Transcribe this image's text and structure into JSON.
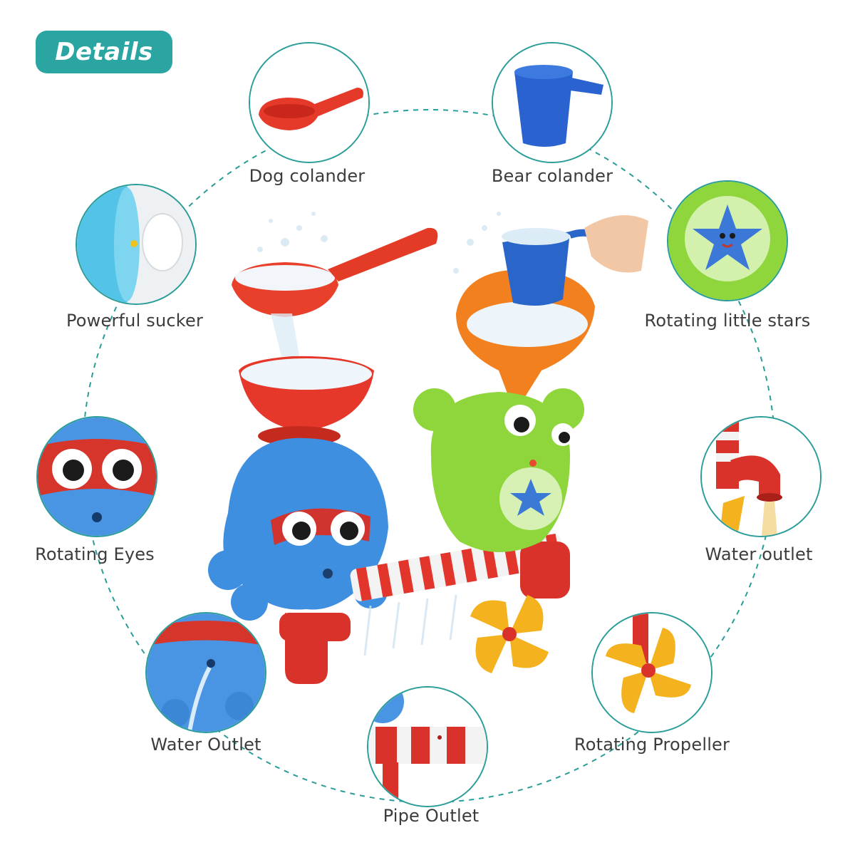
{
  "badge": {
    "text": "Details",
    "color": "#2aa5a1"
  },
  "accent_color": "#2a9d98",
  "features": [
    {
      "id": "dog-colander",
      "label": "Dog colander",
      "icon": "red-ladle-icon"
    },
    {
      "id": "bear-colander",
      "label": "Bear colander",
      "icon": "blue-cup-icon"
    },
    {
      "id": "powerful-sucker",
      "label": "Powerful sucker",
      "icon": "suction-cup-icon"
    },
    {
      "id": "rotating-little-stars",
      "label": "Rotating little stars",
      "icon": "starfish-icon"
    },
    {
      "id": "rotating-eyes",
      "label": "Rotating Eyes",
      "icon": "cartoon-eyes-icon"
    },
    {
      "id": "water-outlet-right",
      "label": "Water outlet",
      "icon": "pipe-elbow-icon"
    },
    {
      "id": "water-outlet-left",
      "label": "Water Outlet",
      "icon": "octopus-spout-icon"
    },
    {
      "id": "rotating-propeller",
      "label": "Rotating Propeller",
      "icon": "propeller-icon"
    },
    {
      "id": "pipe-outlet",
      "label": "Pipe Outlet",
      "icon": "striped-pipe-icon"
    }
  ]
}
